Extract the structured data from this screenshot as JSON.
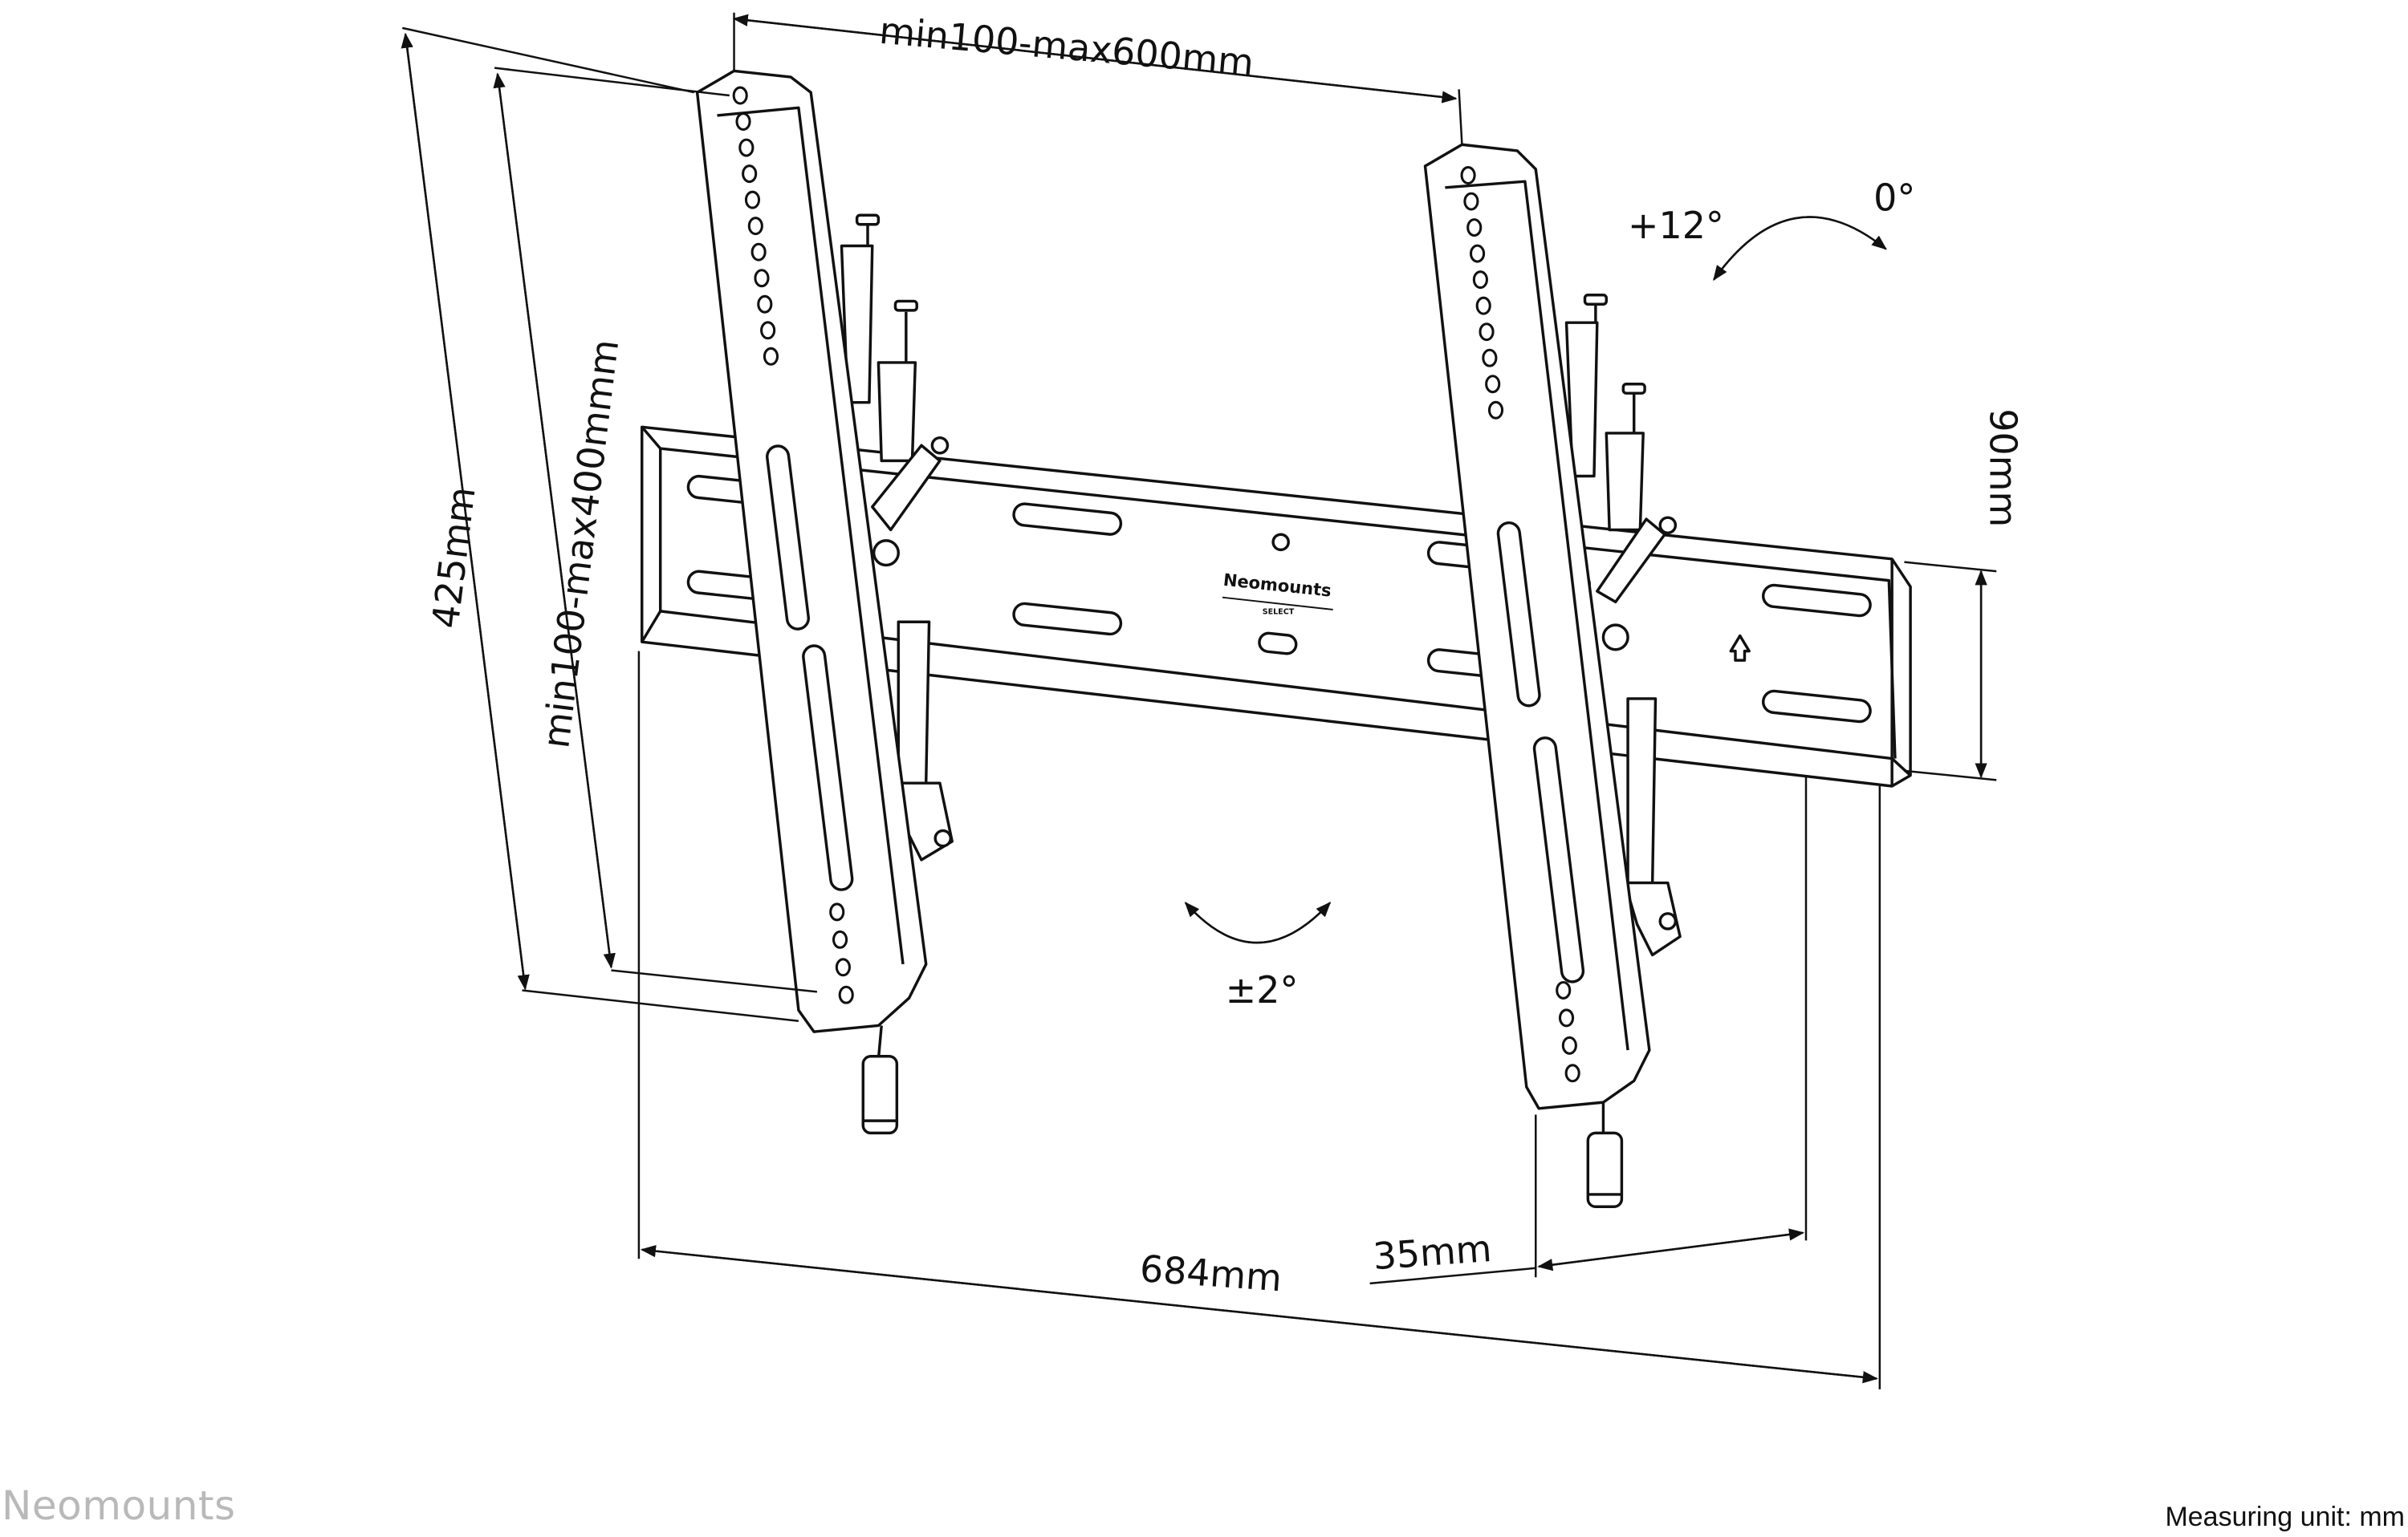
{
  "dimensions": {
    "vesa_horizontal": "min100-max600mm",
    "vesa_vertical": "min100-max400mmm",
    "height_total": "425mm",
    "rail_height": "90mm",
    "width_total": "684mm",
    "wall_distance": "35mm"
  },
  "angles": {
    "tilt_forward": "+12°",
    "tilt_zero": "0°",
    "level_adjust": "±2°"
  },
  "plate_logo": {
    "brand": "Neomounts",
    "line": "SELECT"
  },
  "footer": {
    "brand": "Neomounts",
    "unit_note": "Measuring unit: mm"
  },
  "colors": {
    "line": "#111111",
    "brand_gray": "#b9b9b9"
  }
}
